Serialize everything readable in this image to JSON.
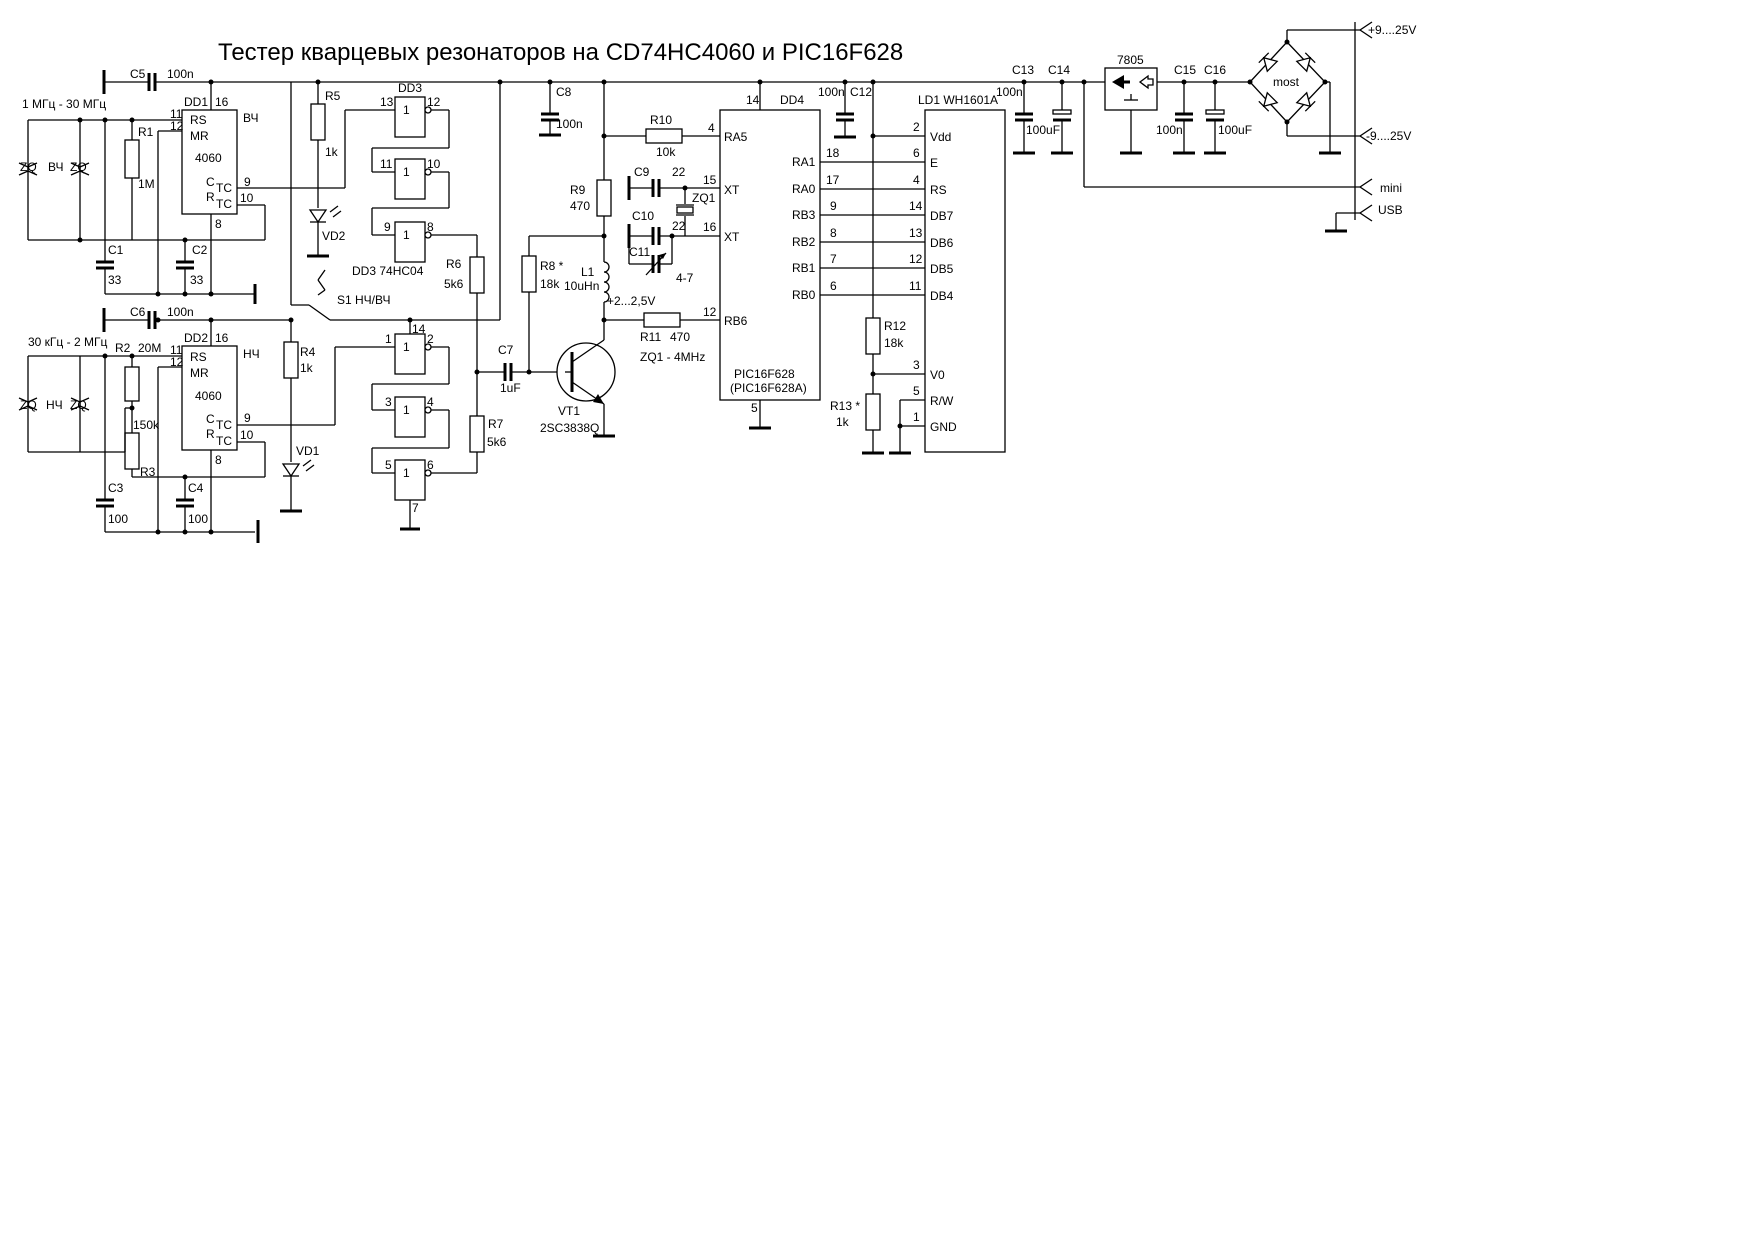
{
  "title": "Тестер кварцевых резонаторов на CD74HC4060 и PIC16F628",
  "hf_block": {
    "range": "1 МГц - 30 МГц",
    "zq_label": "ZQ",
    "band": "ВЧ",
    "chip_ref": "DD1",
    "chip_name": "4060",
    "chip_band": "ВЧ",
    "r1": "R1",
    "r1_val": "1M",
    "c1": "C1",
    "c1_val": "33",
    "c2": "C2",
    "c2_val": "33",
    "c5": "C5",
    "c5_val": "100n"
  },
  "lf_block": {
    "range": "30 кГц - 2 МГц",
    "zq_label": "ZQ",
    "band": "НЧ",
    "chip_ref": "DD2",
    "chip_name": "4060",
    "chip_band": "НЧ",
    "r2": "R2",
    "r2_val": "20M",
    "r3": "R3",
    "r3_val": "150k",
    "c3": "C3",
    "c3_val": "100",
    "c4": "C4",
    "c4_val": "100",
    "c6": "C6",
    "c6_val": "100n"
  },
  "pin_names": {
    "rs": "RS",
    "mr": "MR",
    "c": "C",
    "r": "R",
    "tc": "TC"
  },
  "pins_4060": {
    "p16": "16",
    "p11": "11",
    "p12": "12",
    "p9": "9",
    "p10": "10",
    "p8": "8"
  },
  "switch": {
    "ref": "S1 НЧ/ВЧ"
  },
  "leds": {
    "r5": "R5",
    "r5_val": "1k",
    "vd2": "VD2",
    "r4": "R4",
    "r4_val": "1k",
    "vd1": "VD1"
  },
  "inverters": {
    "ref": "DD3",
    "desc": "DD3 74HC04",
    "sym": "1",
    "pins": [
      "13",
      "12",
      "11",
      "10",
      "9",
      "8",
      "1",
      "2",
      "3",
      "4",
      "5",
      "6",
      "14",
      "7"
    ]
  },
  "feedback": {
    "r6": "R6",
    "r6_val": "5k6",
    "r7": "R7",
    "r7_val": "5k6",
    "c7": "C7",
    "c7_val": "1uF"
  },
  "transistor": {
    "ref": "VT1",
    "part": "2SC3838Q",
    "r8": "R8 *",
    "r8_val": "18k",
    "r9": "R9",
    "r9_val": "470",
    "l1": "L1",
    "l1_val": "10uHn",
    "bias": "+2...2,5V",
    "r10": "R10",
    "r10_val": "10k",
    "r11": "R11",
    "r11_val": "470",
    "c8": "C8",
    "c8_val": "100n"
  },
  "clock": {
    "c9": "C9",
    "c9_val": "22",
    "c10": "C10",
    "c10_val": "22",
    "c11": "C11",
    "c11_val": "4-7",
    "zq1": "ZQ1",
    "zq1_note": "ZQ1 - 4MHz"
  },
  "mcu": {
    "ref": "DD4",
    "name": "PIC16F628",
    "alt": "(PIC16F628A)",
    "vdd_pin": "14",
    "gnd_pin": "5",
    "left_pins": [
      {
        "num": "4",
        "name": "RA5"
      },
      {
        "num": "15",
        "name": "XT"
      },
      {
        "num": "16",
        "name": "XT"
      },
      {
        "num": "12",
        "name": "RB6"
      }
    ],
    "right_pins": [
      {
        "num": "18",
        "name": "RA1"
      },
      {
        "num": "17",
        "name": "RA0"
      },
      {
        "num": "9",
        "name": "RB3"
      },
      {
        "num": "8",
        "name": "RB2"
      },
      {
        "num": "7",
        "name": "RB1"
      },
      {
        "num": "6",
        "name": "RB0"
      }
    ]
  },
  "lcd": {
    "ref": "LD1 WH1601A",
    "c12": "C12",
    "c12_val": "100n",
    "r12": "R12",
    "r12_val": "18k",
    "r13": "R13 *",
    "r13_val": "1k",
    "pins": [
      {
        "num": "2",
        "name": "Vdd"
      },
      {
        "num": "6",
        "name": "E"
      },
      {
        "num": "4",
        "name": "RS"
      },
      {
        "num": "14",
        "name": "DB7"
      },
      {
        "num": "13",
        "name": "DB6"
      },
      {
        "num": "12",
        "name": "DB5"
      },
      {
        "num": "11",
        "name": "DB4"
      },
      {
        "num": "3",
        "name": "V0"
      },
      {
        "num": "5",
        "name": "R/W"
      },
      {
        "num": "1",
        "name": "GND"
      }
    ]
  },
  "power": {
    "c13": "C13",
    "c13_val": "100n",
    "c14": "C14",
    "c14_val": "100uF",
    "reg": "7805",
    "c15": "C15",
    "c15_val": "100n",
    "c16": "C16",
    "c16_val": "100uF",
    "bridge": "most",
    "vin_pos": "+9....25V",
    "vin_neg": "-9....25V",
    "usb1": "mini",
    "usb2": "USB"
  }
}
